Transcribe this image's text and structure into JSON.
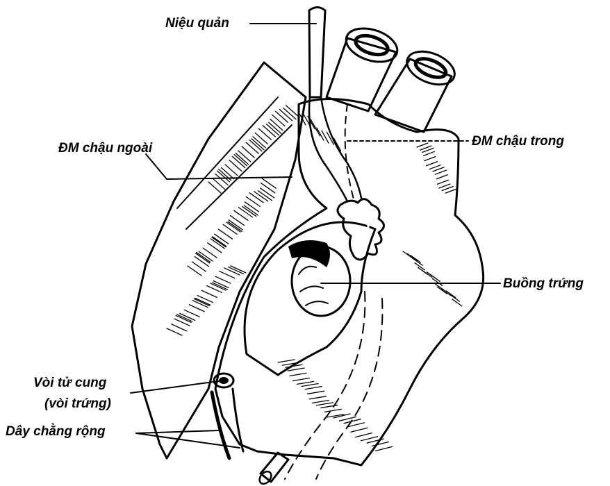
{
  "labels": {
    "ureter": "Niệu quản",
    "external_iliac_artery": "ĐM chậu ngoài",
    "internal_iliac_artery": "ĐM chậu trong",
    "ovary": "Buồng trứng",
    "uterine_tube_line1": "Vòi tử cung",
    "uterine_tube_line2": "(vòi trứng)",
    "broad_ligament": "Dây chằng rộng"
  }
}
